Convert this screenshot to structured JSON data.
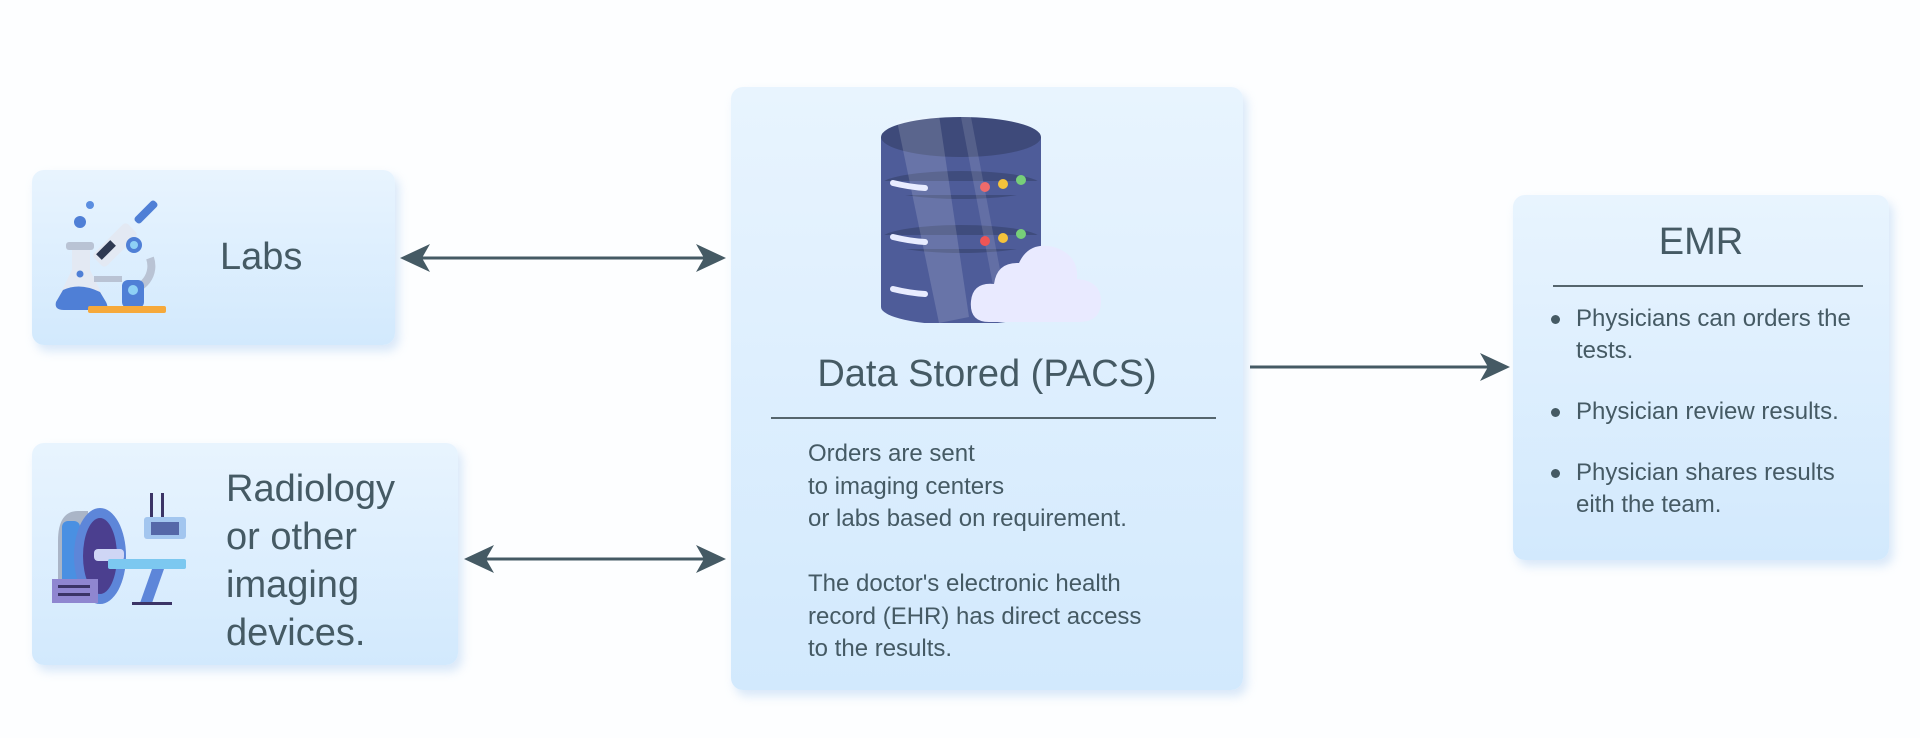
{
  "labs": {
    "label": "Labs",
    "icon": "microscope-icon"
  },
  "radiology": {
    "label": "Radiology or other imaging devices.",
    "lines": [
      "Radiology",
      "or other",
      "imaging",
      "devices."
    ],
    "icon": "mri-scanner-icon"
  },
  "pacs": {
    "title": "Data Stored (PACS)",
    "icon": "database-cloud-icon",
    "paragraph1": "Orders are sent\nto imaging centers\nor labs based on requirement.",
    "paragraph2": "The doctor's electronic health\nrecord (EHR) has direct access\nto the results."
  },
  "emr": {
    "title": "EMR",
    "items": [
      {
        "text": "Physicians can orders the tests."
      },
      {
        "text": "Physician review results."
      },
      {
        "text": "Physician shares results eith the team."
      }
    ]
  },
  "connections": [
    {
      "from": "Labs",
      "to": "Data Stored (PACS)",
      "type": "bidirectional"
    },
    {
      "from": "Radiology or other imaging devices.",
      "to": "Data Stored (PACS)",
      "type": "bidirectional"
    },
    {
      "from": "Data Stored (PACS)",
      "to": "EMR",
      "type": "directed"
    }
  ],
  "colors": {
    "text": "#455a64",
    "card_top": "#e8f4fe",
    "card_bottom": "#d2e9fd",
    "arrow": "#455a64"
  }
}
